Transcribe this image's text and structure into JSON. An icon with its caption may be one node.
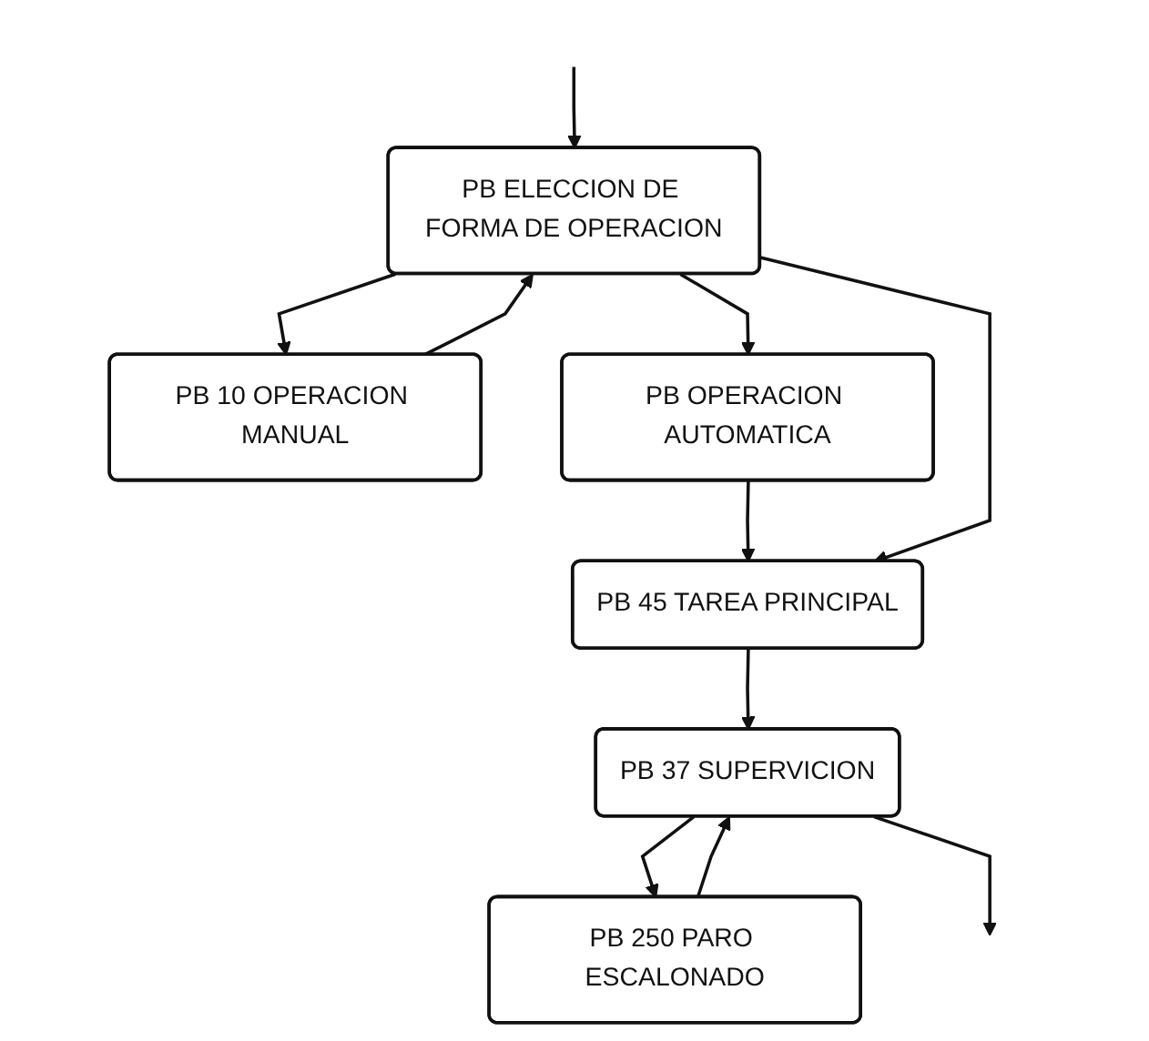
{
  "diagram": {
    "nodes": [
      {
        "text": [
          "PB ELECCION DE FORMA DE OPERACION"
        ]
      },
      {
        "text": [
          "PB 10 OPERACION MANUAL"
        ]
      },
      {
        "text": [
          "PB OPERACION AUTOMATICA"
        ]
      },
      {
        "text": [
          "PB 45 TAREA PRINCIPAL"
        ]
      },
      {
        "text": [
          "PB 37 SUPERVICION"
        ]
      },
      {
        "text": [
          "PB 250 PARO ESCALONADO"
        ]
      }
    ],
    "edges": [
      {
        "from": null,
        "to": 0,
        "arrow": "to"
      },
      {
        "from": 0,
        "to": 1,
        "arrow": "to"
      },
      {
        "from": 1,
        "to": 0,
        "arrow": "to"
      },
      {
        "from": 0,
        "to": 2,
        "arrow": "to"
      },
      {
        "from": 2,
        "to": 3,
        "arrow": "to"
      },
      {
        "from": 0,
        "to": 3,
        "arrow": "to"
      },
      {
        "from": 3,
        "to": 4,
        "arrow": "to"
      },
      {
        "from": 4,
        "to": 5,
        "arrow": "to"
      },
      {
        "from": 5,
        "to": 4,
        "arrow": "to"
      },
      {
        "from": 4,
        "to": null,
        "arrow": "to"
      }
    ]
  }
}
